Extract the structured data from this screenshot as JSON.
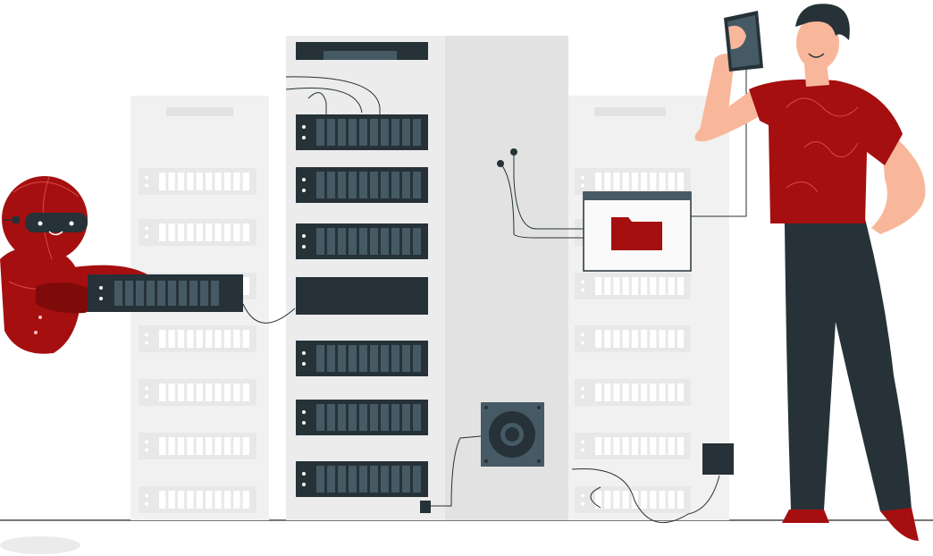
{
  "scene": {
    "colors": {
      "brand_red": "#a50f0f",
      "brand_red_dark": "#7e0a0a",
      "server_dark": "#263238",
      "server_slot": "#455a64",
      "rack_light": "#ececec",
      "rack_mid": "#e0e0e0",
      "rack_faint": "#f1f1f1",
      "skin": "#f8b79a",
      "ground_line": "#4a4a4a"
    },
    "rack_units": {
      "main_rack_units": 8,
      "side_rack_units": 7,
      "slots_per_unit": 10
    },
    "icons": [
      "robot-icon",
      "person-icon",
      "server-rack-icon",
      "folder-window-icon",
      "fan-unit-icon",
      "tablet-icon"
    ]
  }
}
